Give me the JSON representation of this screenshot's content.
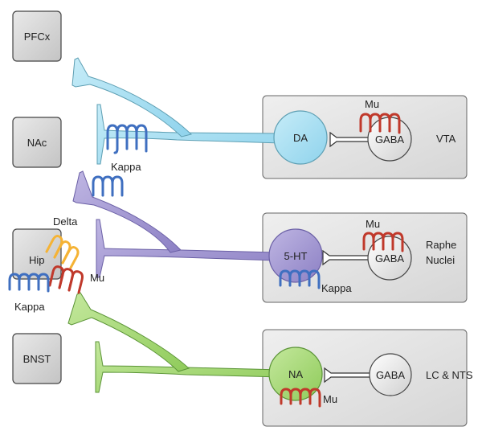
{
  "regions": {
    "pfcx": "PFCx",
    "nac": "NAc",
    "hip": "Hip",
    "bnst": "BNST"
  },
  "panels": {
    "vta": {
      "neuron": "DA",
      "interneuron": "GABA",
      "area": "VTA",
      "receptor_gaba": "Mu"
    },
    "raphe": {
      "neuron": "5-HT",
      "interneuron": "GABA",
      "area_line1": "Raphe",
      "area_line2": "Nuclei",
      "receptor_gaba": "Mu",
      "receptor_neuron": "Kappa"
    },
    "lc": {
      "neuron": "NA",
      "interneuron": "GABA",
      "area": "LC & NTS",
      "receptor_neuron": "Mu"
    }
  },
  "receptors": {
    "nac_terminal": "Kappa",
    "hip_delta": "Delta",
    "hip_mu": "Mu",
    "hip_kappa": "Kappa"
  },
  "colors": {
    "dopamine": "#a8def0",
    "serotonin": "#a59bd2",
    "noradrenaline": "#a7d77b",
    "kappa_receptor": "#3f6fc0",
    "mu_receptor": "#c0392b",
    "delta_receptor": "#f5b335",
    "box": "#d2d2d2"
  }
}
